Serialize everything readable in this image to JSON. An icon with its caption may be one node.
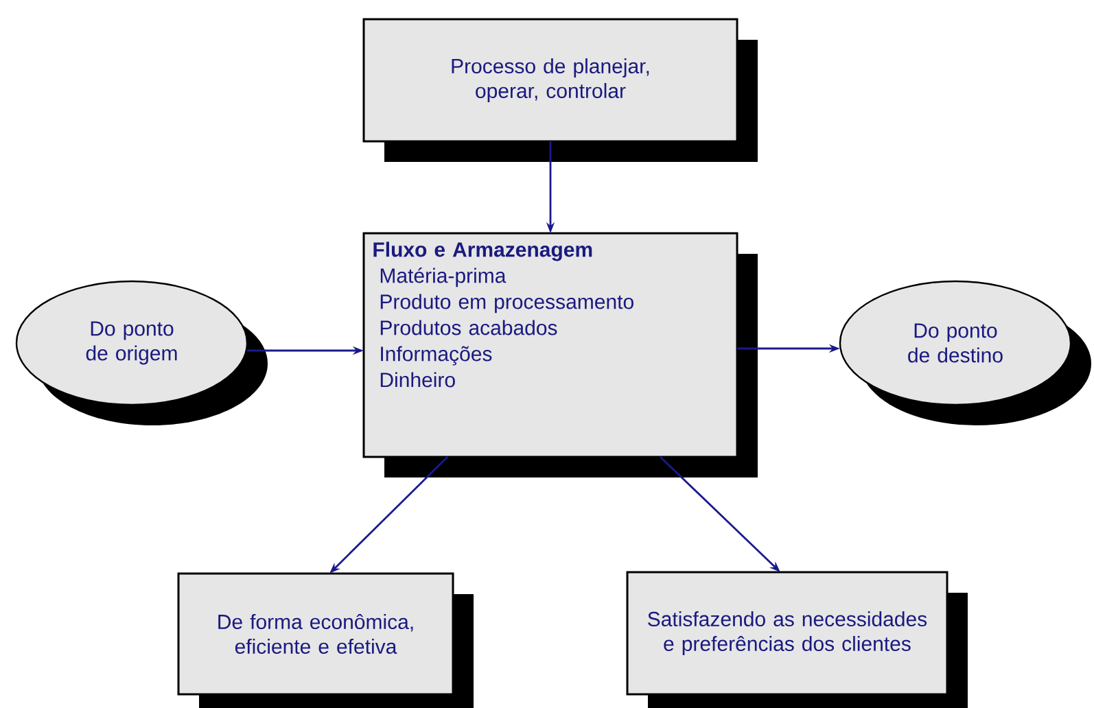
{
  "diagram": {
    "nodes": [
      {
        "text": [
          "Processo de planejar, operar, controlar"
        ]
      },
      {
        "text": [
          "Do ponto de origem"
        ]
      },
      {
        "text": [
          "Fluxo e Armazenagem",
          "Matéria-prima",
          "Produto em processamento",
          "Produtos acabados",
          "Informações",
          "Dinheiro"
        ]
      },
      {
        "text": [
          "Do ponto de destino"
        ]
      },
      {
        "text": [
          "De forma econômica, eficiente e efetiva"
        ]
      },
      {
        "text": [
          "Satisfazendo as necessidades e preferências dos clientes"
        ]
      }
    ],
    "edges": [
      {
        "from": 0,
        "to": 2,
        "arrow": "to"
      },
      {
        "from": 1,
        "to": 2,
        "arrow": "to"
      },
      {
        "from": 2,
        "to": 3,
        "arrow": "to"
      },
      {
        "from": 2,
        "to": 4,
        "arrow": "to"
      },
      {
        "from": 2,
        "to": 5,
        "arrow": "to"
      }
    ]
  }
}
